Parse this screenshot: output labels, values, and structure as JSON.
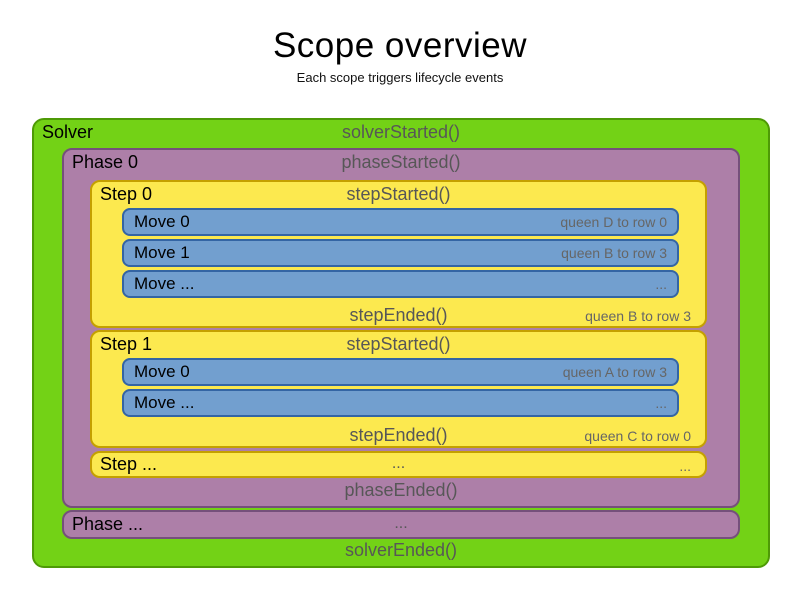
{
  "title": "Scope overview",
  "subtitle": "Each scope triggers lifecycle events",
  "solver": {
    "label": "Solver",
    "started_event": "solverStarted()",
    "ended_event": "solverEnded()"
  },
  "phase0": {
    "label": "Phase 0",
    "started_event": "phaseStarted()",
    "ended_event": "phaseEnded()"
  },
  "phase_more": {
    "label": "Phase ...",
    "center": "..."
  },
  "step0": {
    "label": "Step 0",
    "started_event": "stepStarted()",
    "ended_event": "stepEnded()",
    "ended_detail": "queen B to row 3",
    "moves": [
      {
        "label": "Move 0",
        "detail": "queen D to row 0"
      },
      {
        "label": "Move 1",
        "detail": "queen B to row 3"
      },
      {
        "label": "Move ...",
        "detail": "..."
      }
    ]
  },
  "step1": {
    "label": "Step 1",
    "started_event": "stepStarted()",
    "ended_event": "stepEnded()",
    "ended_detail": "queen C to row 0",
    "moves": [
      {
        "label": "Move 0",
        "detail": "queen A to row 3"
      },
      {
        "label": "Move ...",
        "detail": "..."
      }
    ]
  },
  "step_more": {
    "label": "Step ...",
    "center": "...",
    "right": "..."
  },
  "colors": {
    "solver_fill": "#73D216",
    "solver_border": "#4E9A06",
    "phase_fill": "#AD7FA8",
    "phase_border": "#75507B",
    "step_fill": "#FCE94F",
    "step_border": "#C4A000",
    "move_fill": "#729FCF",
    "move_border": "#3465A4",
    "event_text": "#575757",
    "detail_text": "#666666"
  }
}
